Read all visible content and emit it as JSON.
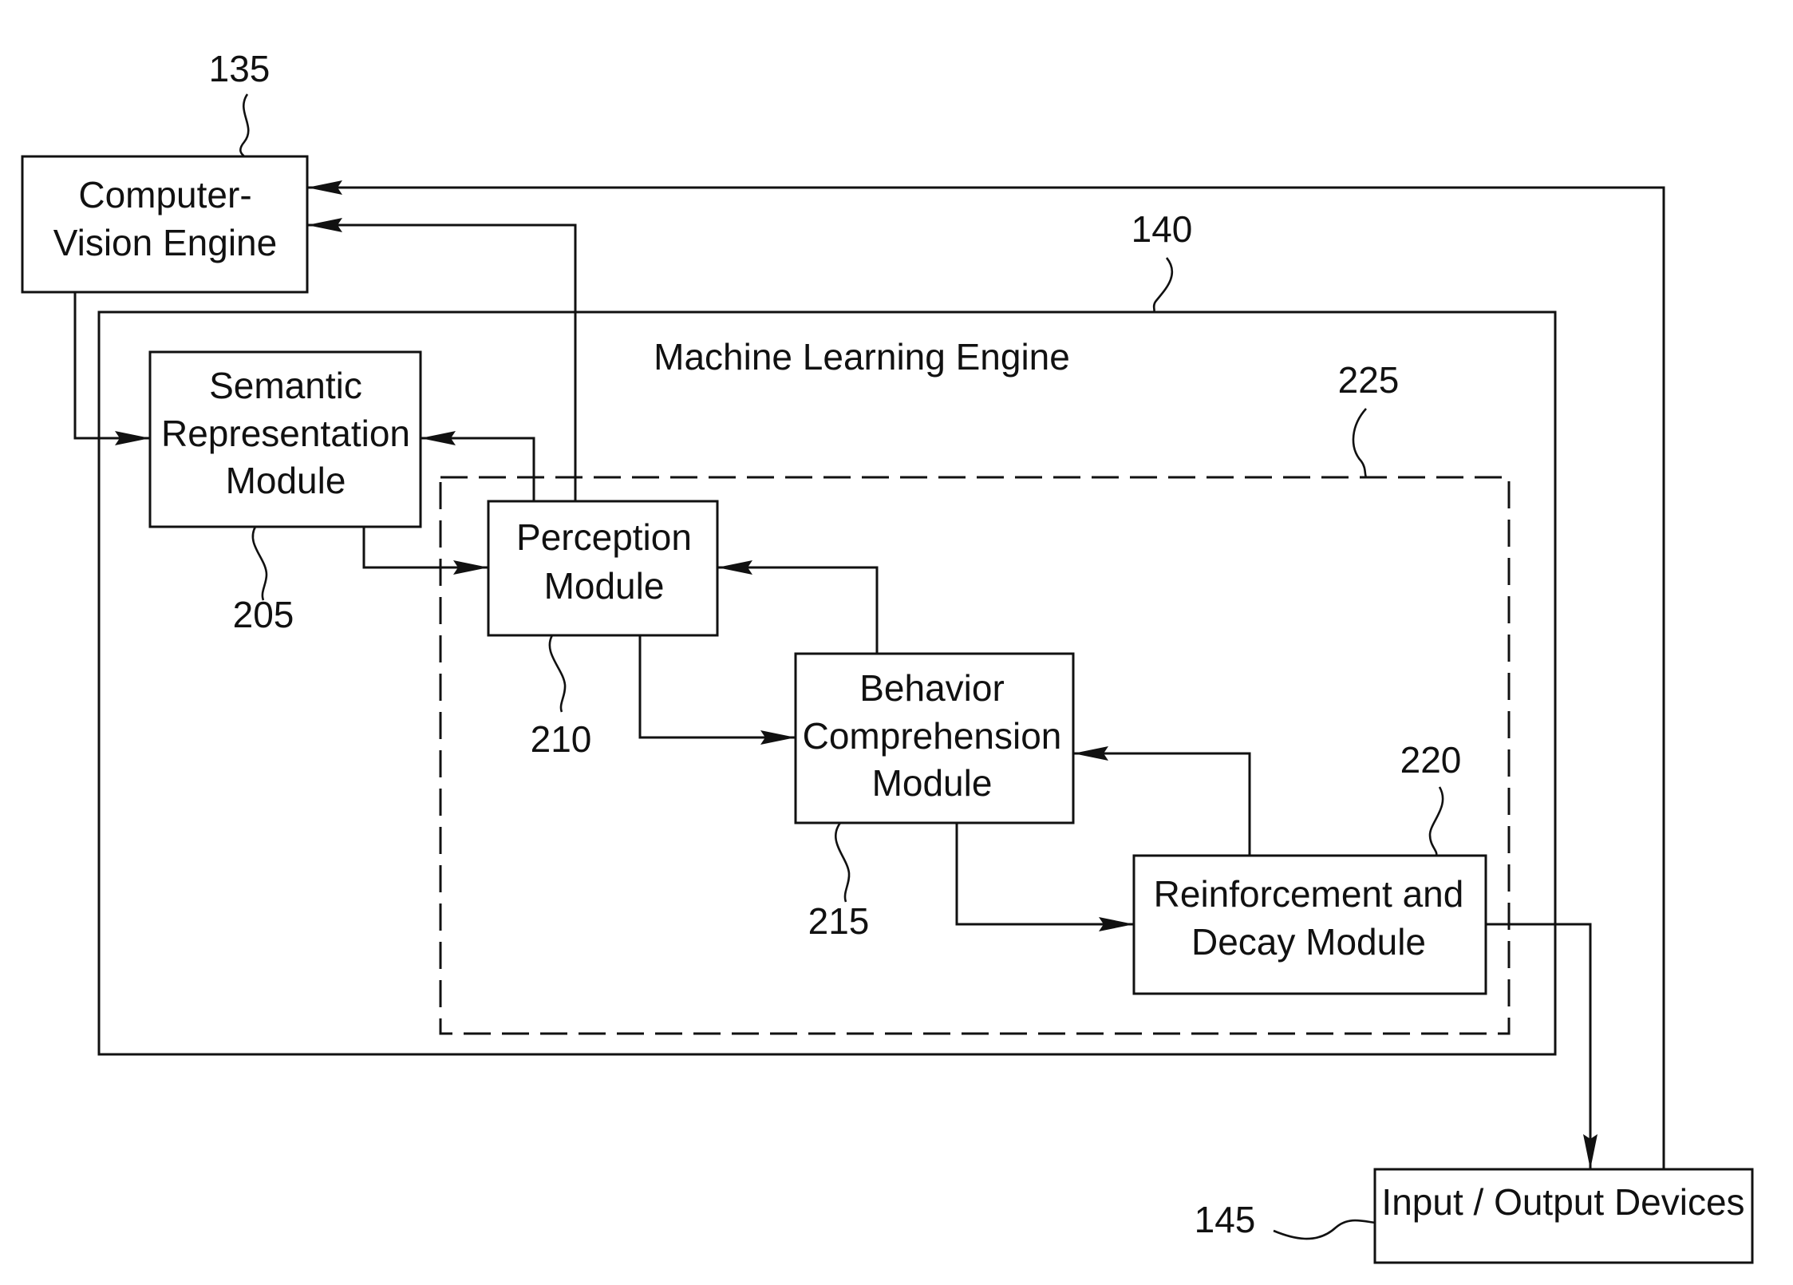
{
  "diagram": {
    "nodes": {
      "cv_engine": {
        "label_lines": [
          "Computer-",
          "Vision Engine"
        ],
        "ref": "135"
      },
      "ml_engine": {
        "label": "Machine Learning Engine",
        "ref": "140"
      },
      "cognitive_region": {
        "ref": "225"
      },
      "semantic": {
        "label_lines": [
          "Semantic",
          "Representation",
          "Module"
        ],
        "ref": "205"
      },
      "perception": {
        "label_lines": [
          "Perception",
          "Module"
        ],
        "ref": "210"
      },
      "behavior": {
        "label_lines": [
          "Behavior",
          "Comprehension",
          "Module"
        ],
        "ref": "215"
      },
      "reinforcement": {
        "label_lines": [
          "Reinforcement and",
          "Decay Module"
        ],
        "ref": "220"
      },
      "io_devices": {
        "label": "Input / Output Devices",
        "ref": "145"
      }
    },
    "edges": [
      {
        "from": "cv_engine",
        "to": "semantic"
      },
      {
        "from": "semantic",
        "to": "perception"
      },
      {
        "from": "perception",
        "to": "semantic"
      },
      {
        "from": "perception",
        "to": "cv_engine"
      },
      {
        "from": "perception",
        "to": "behavior"
      },
      {
        "from": "behavior",
        "to": "perception"
      },
      {
        "from": "behavior",
        "to": "reinforcement"
      },
      {
        "from": "reinforcement",
        "to": "behavior"
      },
      {
        "from": "reinforcement",
        "to": "io_devices"
      },
      {
        "from": "io_devices",
        "to": "cv_engine"
      }
    ]
  }
}
